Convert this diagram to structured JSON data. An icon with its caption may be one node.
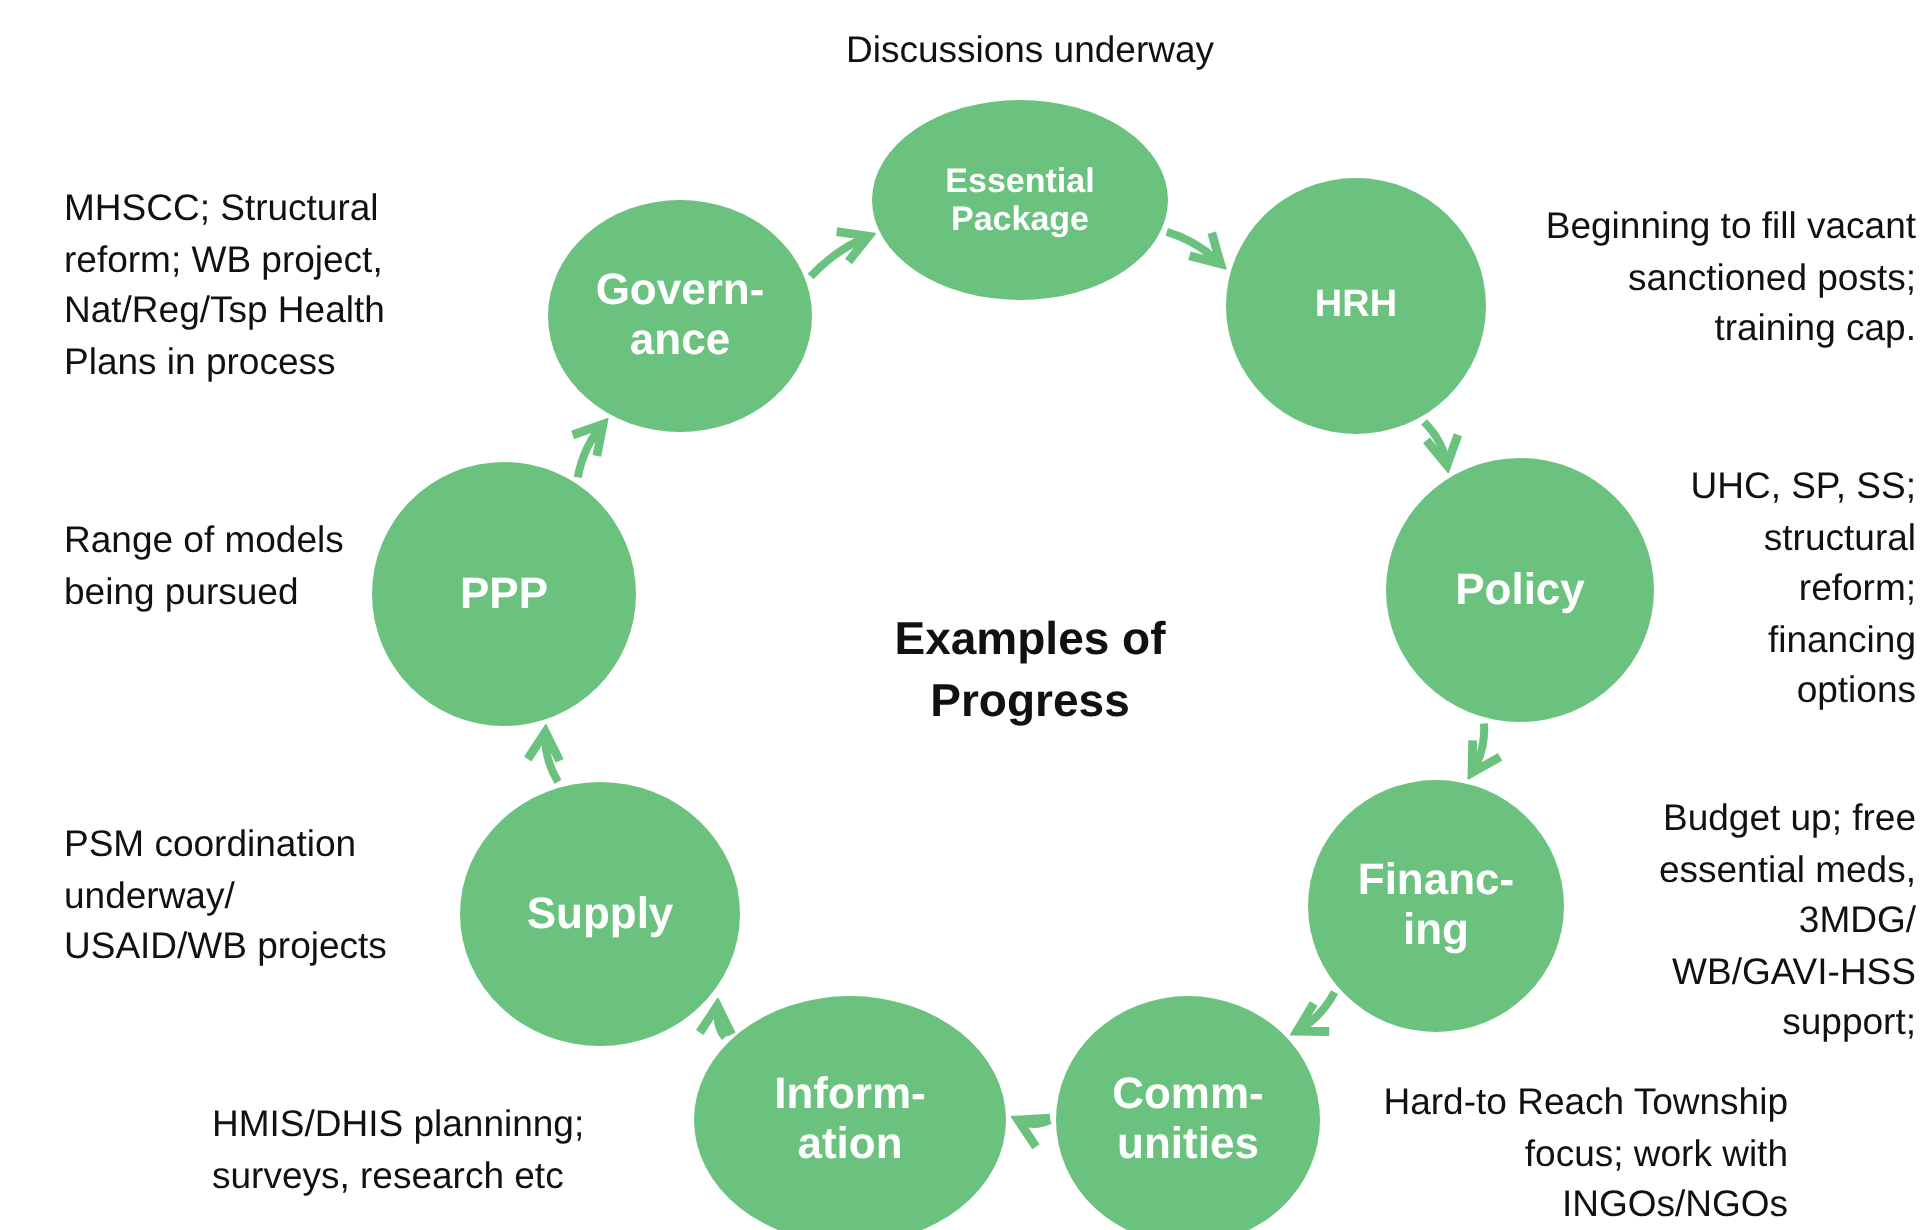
{
  "diagram": {
    "title": "Examples of Progress",
    "nodes": [
      {
        "text": [
          "Essential Package"
        ],
        "beside": [
          "Discussions underway"
        ]
      },
      {
        "text": [
          "HRH"
        ],
        "beside": [
          "Beginning to fill vacant sanctioned posts; training cap."
        ]
      },
      {
        "text": [
          "Policy"
        ],
        "beside": [
          "UHC, SP, SS; structural reform; financing options"
        ]
      },
      {
        "text": [
          "Financ-ing"
        ],
        "beside": [
          "Budget up; free essential meds, 3MDG/ WB/GAVI-HSS support;"
        ]
      },
      {
        "text": [
          "Comm-unities"
        ],
        "beside": [
          "Hard-to Reach Township focus; work with INGOs/NGOs"
        ]
      },
      {
        "text": [
          "Inform-ation"
        ]
      },
      {
        "text": [
          "Supply"
        ],
        "beside": [
          "PSM coordination underway/ USAID/WB projects"
        ]
      },
      {
        "text": [
          "PPP"
        ],
        "beside": [
          "Range of models being pursued"
        ]
      },
      {
        "text": [
          "Govern-ance"
        ]
      }
    ],
    "edges": [
      {
        "from": 0,
        "to": 1,
        "arrow": "to"
      },
      {
        "from": 1,
        "to": 2,
        "arrow": "to"
      },
      {
        "from": 2,
        "to": 3,
        "arrow": "to"
      },
      {
        "from": 3,
        "to": 4,
        "arrow": "to"
      },
      {
        "from": 4,
        "to": 5,
        "arrow": "to"
      },
      {
        "from": 5,
        "to": 6,
        "arrow": "to"
      },
      {
        "from": 6,
        "to": 7,
        "arrow": "to"
      },
      {
        "from": 7,
        "to": 8,
        "arrow": "to"
      },
      {
        "from": 8,
        "to": 0,
        "arrow": "to"
      }
    ],
    "labels": [
      "MHSCC; Structural reform; WB project, Nat/Reg/Tsp Health Plans in process",
      "HMIS/DHIS planninng; surveys, research etc"
    ]
  }
}
